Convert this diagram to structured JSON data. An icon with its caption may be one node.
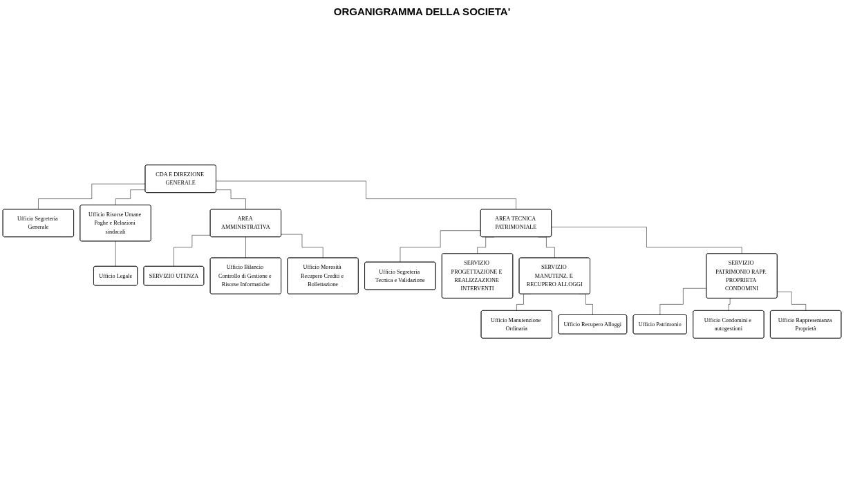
{
  "diagram": {
    "title": "ORGANIGRAMMA DELLA SOCIETA'",
    "nodes": [
      {
        "text": [
          "CDA E DIREZIONE GENERALE"
        ]
      },
      {
        "text": [
          "Ufficio Segreteria Generale"
        ]
      },
      {
        "text": [
          "Ufficio Risorse Umane Paghe e Relazioni sindacali"
        ]
      },
      {
        "text": [
          "Ufficio Legale"
        ]
      },
      {
        "text": [
          "AREA AMMINISTRATIVA"
        ]
      },
      {
        "text": [
          "AREA TECNICA PATRIMONIALE"
        ]
      },
      {
        "text": [
          "Ufficio Segreteria Tecnica e Validazione"
        ]
      },
      {
        "text": [
          "SERVIZIO UTENZA"
        ]
      },
      {
        "text": [
          "Ufficio Bilancio Controllo di Gestione e Risorse Informatiche"
        ]
      },
      {
        "text": [
          "Ufficio Morosità Recupero Crediti e Bollettazione"
        ]
      },
      {
        "text": [
          "SERVIZIO PROGETTAZIONE E REALIZZAZIONE INTERVENTI"
        ]
      },
      {
        "text": [
          "SERVIZIO MANUTENZ. E RECUPERO ALLOGGI"
        ]
      },
      {
        "text": [
          "SERVIZIO PATRIMONIO RAPP. PROPRIETA CONDOMINI"
        ]
      },
      {
        "text": [
          "Ufficio Manutenzione Ordinaria"
        ]
      },
      {
        "text": [
          "Ufficio Recupero Alloggi"
        ]
      },
      {
        "text": [
          "Ufficio Patrimonio"
        ]
      },
      {
        "text": [
          "Ufficio Condomini e autogestioni"
        ]
      },
      {
        "text": [
          "Ufficio Rappresentanza Proprietà"
        ]
      }
    ],
    "edges": [
      {
        "from": 0,
        "to": 1,
        "arrow": "none"
      },
      {
        "from": 0,
        "to": 2,
        "arrow": "none"
      },
      {
        "from": 2,
        "to": 3,
        "arrow": "none"
      },
      {
        "from": 0,
        "to": 4,
        "arrow": "none"
      },
      {
        "from": 0,
        "to": 5,
        "arrow": "none"
      },
      {
        "from": 5,
        "to": 6,
        "arrow": "none"
      },
      {
        "from": 4,
        "to": 7,
        "arrow": "none"
      },
      {
        "from": 4,
        "to": 8,
        "arrow": "none"
      },
      {
        "from": 4,
        "to": 9,
        "arrow": "none"
      },
      {
        "from": 5,
        "to": 10,
        "arrow": "none"
      },
      {
        "from": 5,
        "to": 11,
        "arrow": "none"
      },
      {
        "from": 5,
        "to": 12,
        "arrow": "none"
      },
      {
        "from": 11,
        "to": 13,
        "arrow": "none"
      },
      {
        "from": 11,
        "to": 14,
        "arrow": "none"
      },
      {
        "from": 12,
        "to": 15,
        "arrow": "none"
      },
      {
        "from": 12,
        "to": 16,
        "arrow": "none"
      },
      {
        "from": 12,
        "to": 17,
        "arrow": "none"
      }
    ]
  }
}
